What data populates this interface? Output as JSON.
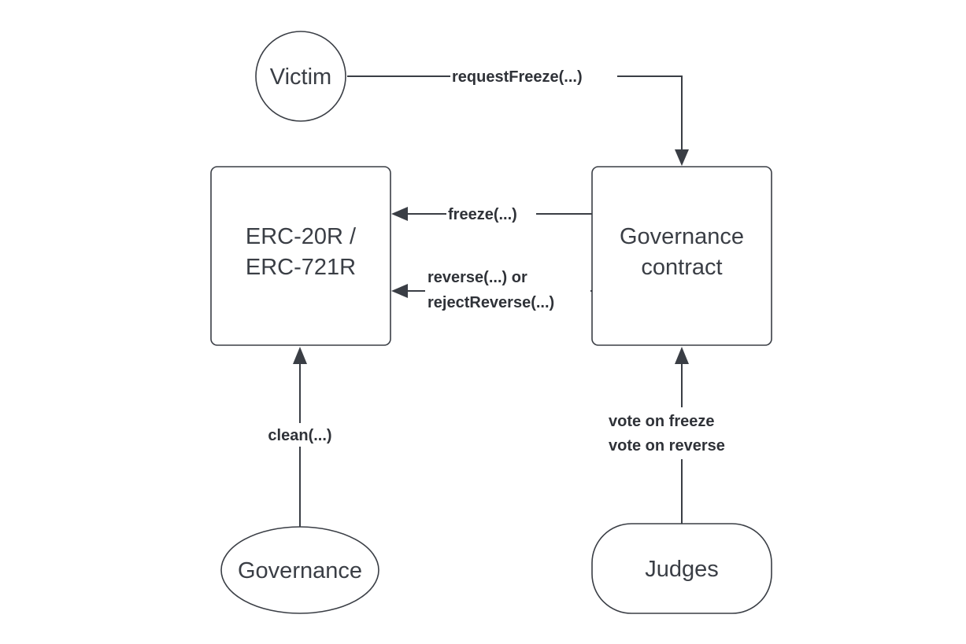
{
  "nodes": {
    "victim": {
      "label": "Victim"
    },
    "erc": {
      "line1": "ERC-20R /",
      "line2": "ERC-721R"
    },
    "governance_contract": {
      "line1": "Governance",
      "line2": "contract"
    },
    "governance": {
      "label": "Governance"
    },
    "judges": {
      "label": "Judges"
    }
  },
  "edges": {
    "request_freeze": {
      "label": "requestFreeze(...)"
    },
    "freeze": {
      "label": "freeze(...)"
    },
    "reverse": {
      "line1": "reverse(...) or",
      "line2": "rejectReverse(...)"
    },
    "clean": {
      "label": "clean(...)"
    },
    "votes": {
      "line1": "vote on freeze",
      "line2": "vote on reverse"
    }
  },
  "colors": {
    "stroke": "#3a3e45",
    "text": "#3a3e45",
    "background": "#ffffff"
  }
}
